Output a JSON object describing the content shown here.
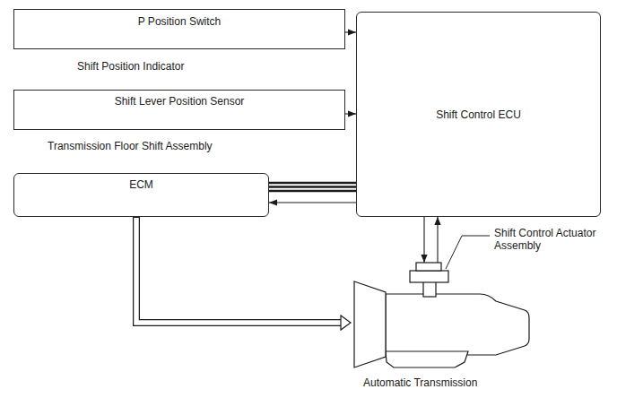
{
  "diagram": {
    "nodes": [
      {
        "text": [
          "P Position Switch",
          "Shift Position Indicator"
        ]
      },
      {
        "text": [
          "Shift Lever Position Sensor",
          "Transmission Floor Shift Assembly"
        ]
      },
      {
        "text": [
          "ECM"
        ]
      },
      {
        "text": [
          "Shift Control ECU"
        ]
      },
      {
        "text": [
          "Automatic Transmission"
        ]
      },
      {
        "text": [
          "Shift Control Actuator Assembly"
        ]
      }
    ],
    "edges": [
      {
        "from": 0,
        "to": 3,
        "arrow": "to"
      },
      {
        "from": 1,
        "to": 3,
        "arrow": "to"
      },
      {
        "from": 2,
        "to": 3,
        "arrow": "none"
      },
      {
        "from": 2,
        "to": 3,
        "arrow": "none"
      },
      {
        "from": 2,
        "to": 3,
        "arrow": "none"
      },
      {
        "from": 3,
        "to": 2,
        "arrow": "to"
      },
      {
        "from": 3,
        "to": 5,
        "arrow": "to"
      },
      {
        "from": 5,
        "to": 3,
        "arrow": "to"
      },
      {
        "from": 2,
        "to": 4,
        "arrow": "to"
      }
    ]
  }
}
